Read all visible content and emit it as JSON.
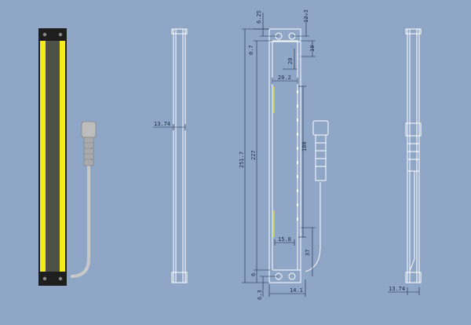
{
  "colors": {
    "background": "#8fa6c6",
    "outline": "#ffffff",
    "dim_line": "#1b2a44",
    "bar_yellow": "#f2ec1a",
    "bar_gray": "#4d5147",
    "end_cap": "#222222",
    "cable": "#c8c8c8"
  },
  "views": {
    "product_render": {
      "name": "light-bar-3d-render"
    },
    "side_view_left": {
      "width_label": "13.74"
    },
    "front_view": {
      "top_margin": "6.25",
      "top_inset": "0.7",
      "right_top": "12.3",
      "right_inset": "10",
      "pitch_small": "20",
      "inner_width": "20.2",
      "overall_length": "251.7",
      "body_length": "227",
      "led_span": "180",
      "bottom_inner": "15.8",
      "cable_offset": "37",
      "bottom_gap": "6",
      "bottom_margin": "6.3",
      "bottom_width": "14.1"
    },
    "side_view_right": {
      "width_label": "13.74"
    }
  }
}
